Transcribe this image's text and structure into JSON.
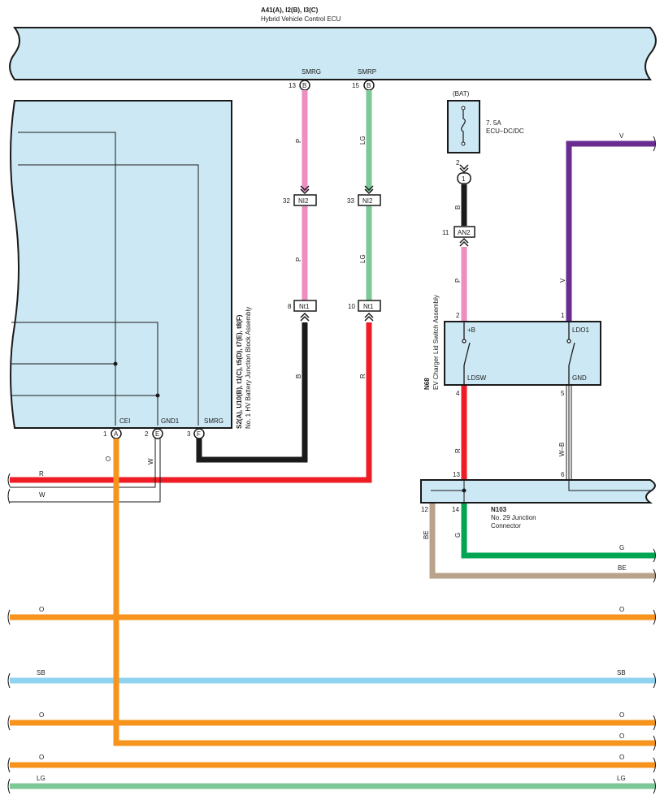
{
  "ecu": {
    "title": "A41(A), I2(B), I3(C)",
    "subtitle": "Hybrid Vehicle Control ECU"
  },
  "ecu_pins": [
    {
      "num": "13",
      "letter": "B",
      "name": "SMRG",
      "wire": "P"
    },
    {
      "num": "15",
      "letter": "B",
      "name": "SMRP",
      "wire": "LG"
    }
  ],
  "inline_connectors": {
    "ni2": {
      "label": "NI2",
      "pins": [
        "32",
        "33"
      ]
    },
    "nt1": {
      "label": "Nt1",
      "pins": [
        "8",
        "10"
      ]
    },
    "an2": {
      "label": "AN2",
      "pin": "11"
    }
  },
  "lower_wires": {
    "left": "B",
    "right": "R"
  },
  "jb": {
    "codes": "S2(A), U10(B), t1(C), t5(D), t7(E), t8(F)",
    "name": "No. 1 HV Battery Junction Block Assembly",
    "pins": [
      {
        "num": "1",
        "letter": "A",
        "name": "CEI",
        "wire": "O"
      },
      {
        "num": "2",
        "letter": "E",
        "name": "GND1",
        "wire": "W"
      },
      {
        "num": "3",
        "letter": "F",
        "name": "SMRG",
        "wire": ""
      }
    ]
  },
  "fuse": {
    "source": "(BAT)",
    "rating": "7. 5A",
    "name": "ECU–DC/DC",
    "pin": "2",
    "junction": "1",
    "wire": "B"
  },
  "switch": {
    "code": "N68",
    "name": "EV Charger Lid Switch Assembly",
    "terminals": {
      "plus_b": "+B",
      "ldo1": "LDO1",
      "ldsw": "LDSW",
      "gnd": "GND"
    },
    "pins": {
      "p2": "2",
      "p1": "1",
      "p4": "4",
      "p5": "5"
    },
    "wires": {
      "plus_b": "P",
      "ldo1": "V",
      "ldsw": "R",
      "gnd": "W–B"
    }
  },
  "junction_conn": {
    "code": "N103",
    "name": "No. 29 Junction",
    "name2": "Connector",
    "pins": {
      "p13": "13",
      "p6": "6",
      "p12": "12",
      "p14": "14"
    },
    "wires": {
      "be": "BE",
      "g": "G"
    }
  },
  "right_wires": {
    "v": "V",
    "g": "G",
    "be": "BE"
  },
  "bus_left": {
    "r": "R",
    "w": "W"
  },
  "bus_lines": [
    {
      "left": "O",
      "right": "O"
    },
    {
      "left": "SB",
      "right": "SB"
    },
    {
      "left": "O",
      "right": "O"
    },
    {
      "left": "",
      "right": "O"
    },
    {
      "left": "O",
      "right": "O"
    },
    {
      "left": "LG",
      "right": "LG"
    }
  ],
  "colors": {
    "box": "#cce8f4",
    "pink": "#ee8dc0",
    "lightgreen": "#7cc896",
    "black": "#1a1a1a",
    "red": "#ee1c24",
    "orange": "#f7941d",
    "purple": "#6a2c91",
    "green": "#00a651",
    "tan": "#b8a38a",
    "skyblue": "#8fd3f0"
  }
}
